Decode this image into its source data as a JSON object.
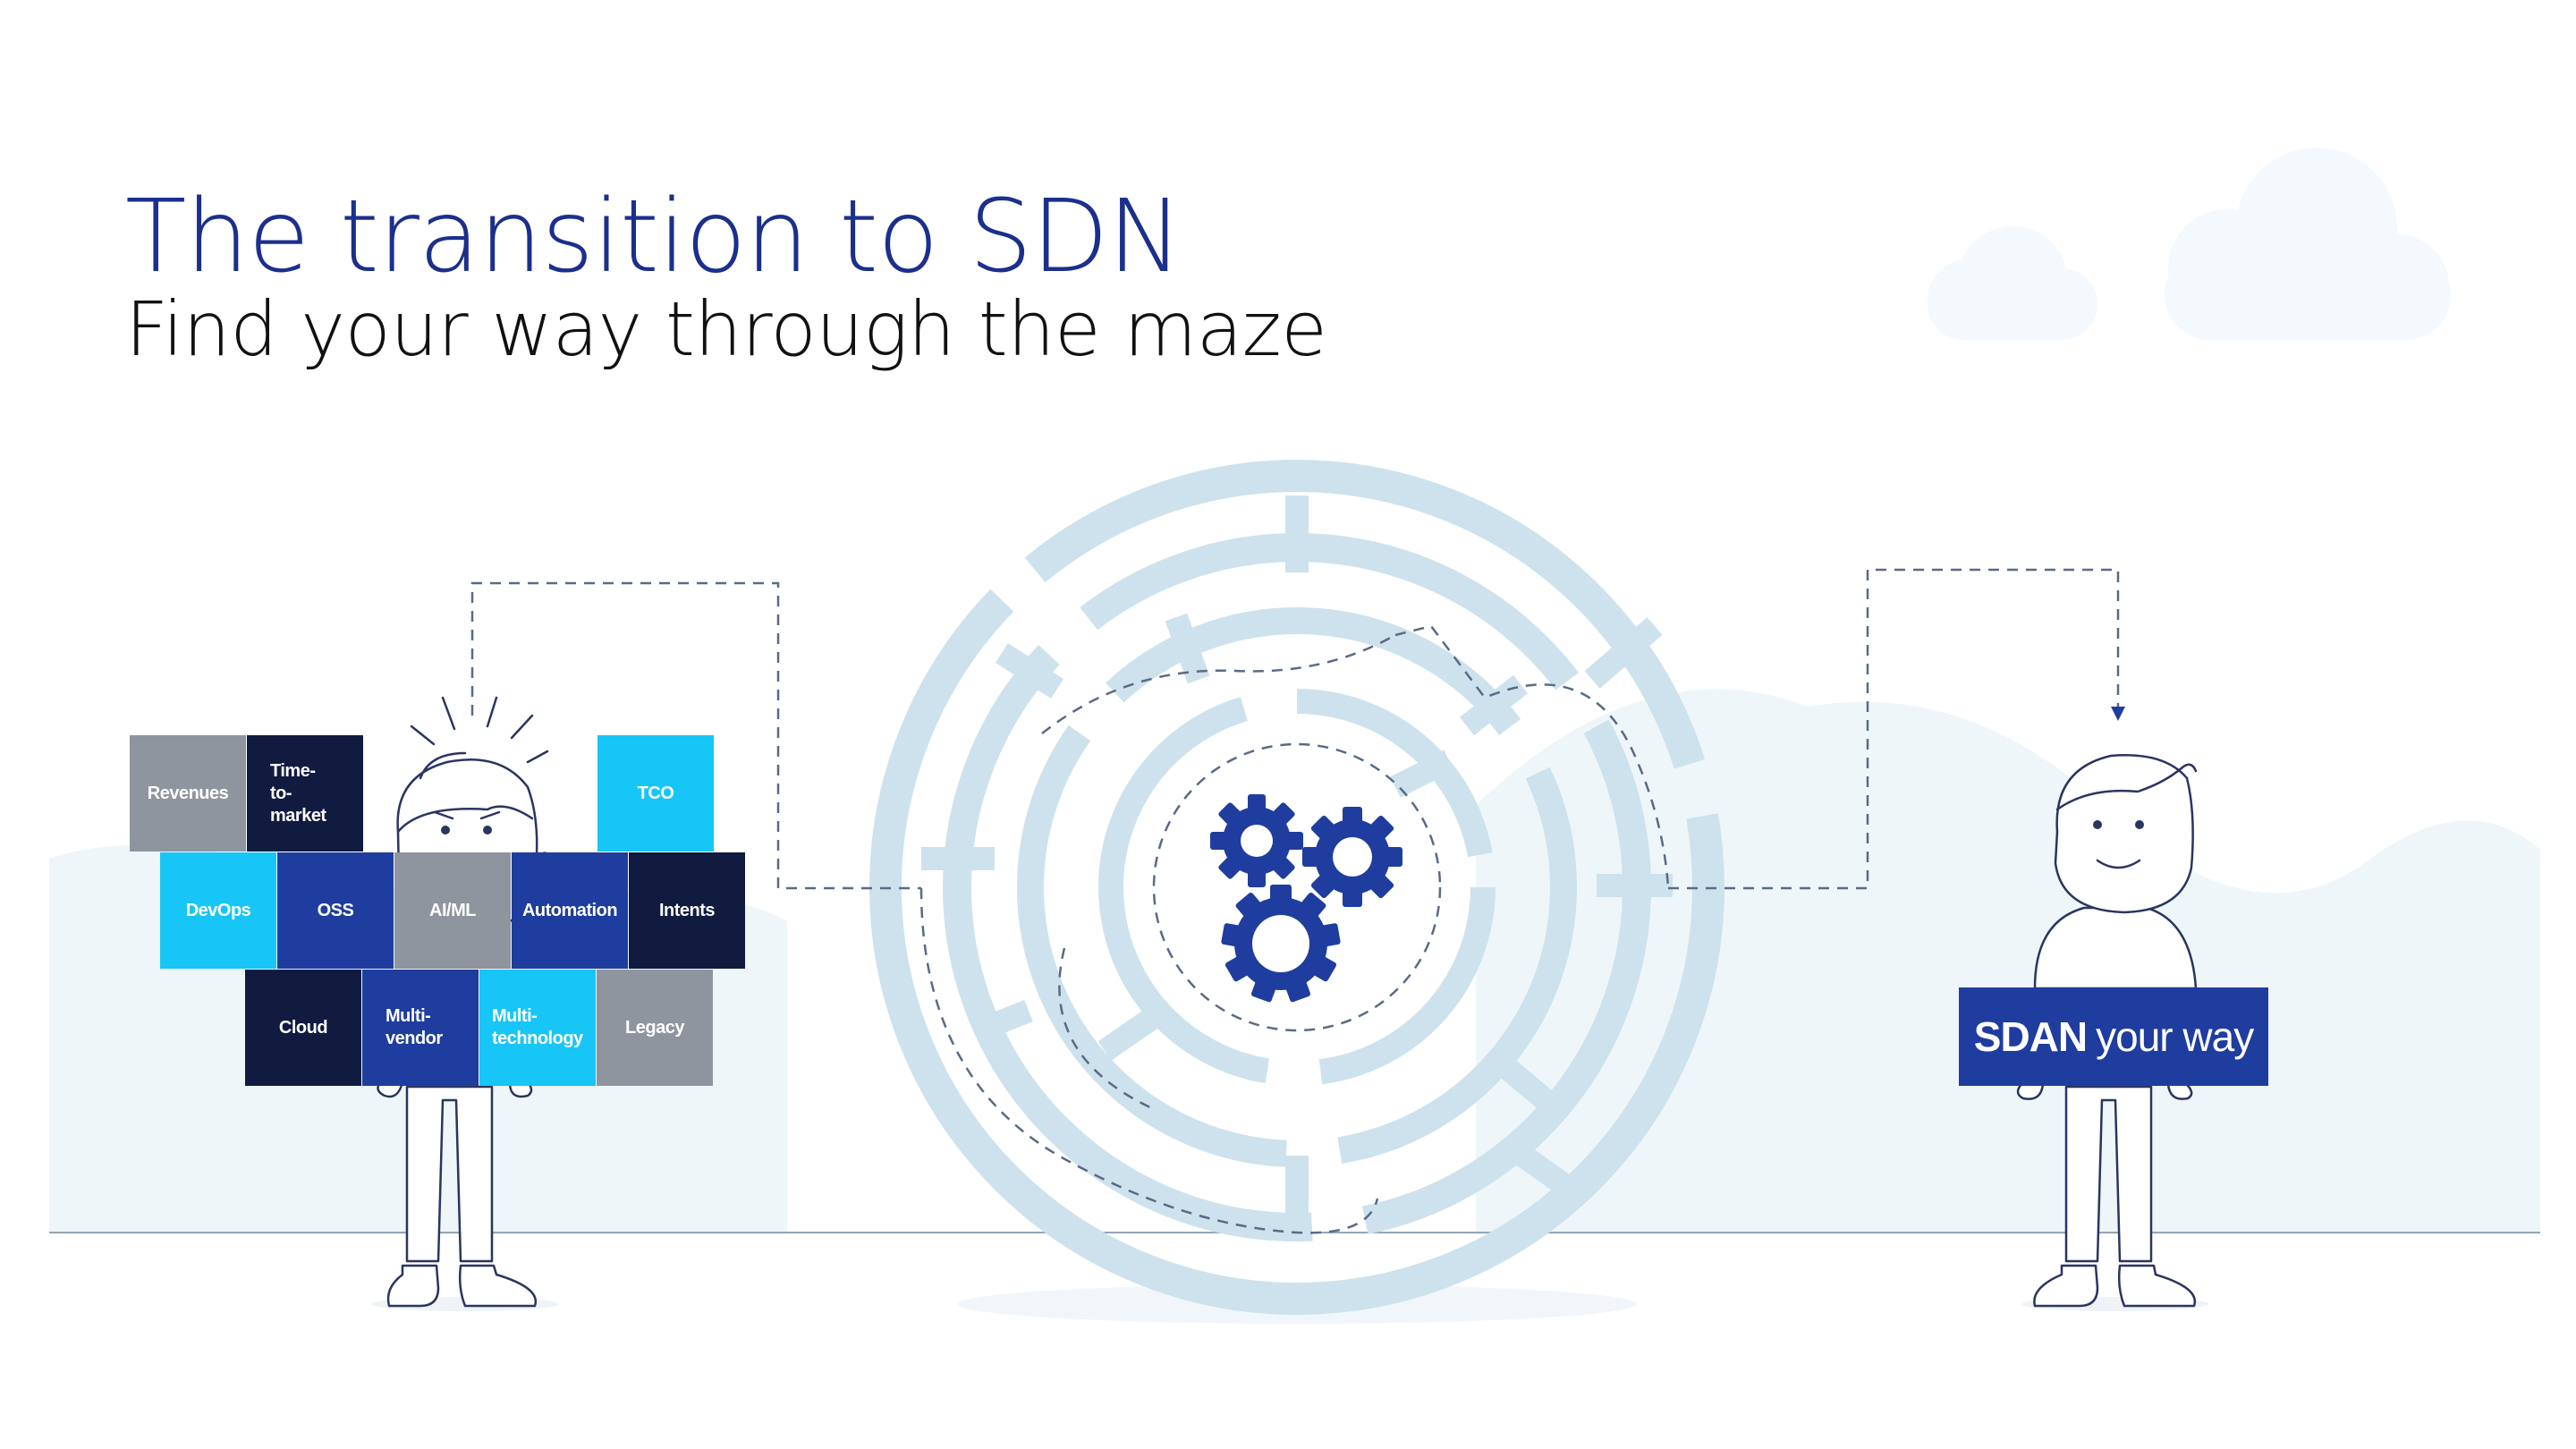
{
  "header": {
    "title": "The transition to SDN",
    "subtitle": "Find your way through the maze"
  },
  "tiles": [
    {
      "label": "Revenues",
      "color": "#8f959e"
    },
    {
      "label": "Time-to-market",
      "color": "#111a3f"
    },
    {
      "label": "TCO",
      "color": "#18c5f7"
    },
    {
      "label": "DevOps",
      "color": "#18c5f7"
    },
    {
      "label": "OSS",
      "color": "#1f3d9e"
    },
    {
      "label": "AI/ML",
      "color": "#8f959e"
    },
    {
      "label": "Automation",
      "color": "#1f3d9e"
    },
    {
      "label": "Intents",
      "color": "#111a3f"
    },
    {
      "label": "Cloud",
      "color": "#111a3f"
    },
    {
      "label": "Multi-vendor",
      "color": "#1f3d9e"
    },
    {
      "label": "Multi-technology",
      "color": "#18c5f7"
    },
    {
      "label": "Legacy",
      "color": "#8f959e"
    }
  ],
  "sign": {
    "bold_text": "SDAN",
    "light_text": "your way",
    "color": "#1f3d9e"
  },
  "colors": {
    "title": "#1b2f8c",
    "maze": "#cde2ec",
    "gear": "#1f3d9e",
    "outline": "#2a3560",
    "background_hills": "#eef6fa"
  },
  "icons": [
    "gear-icon",
    "cloud-icon",
    "maze-illustration",
    "person-illustration"
  ]
}
